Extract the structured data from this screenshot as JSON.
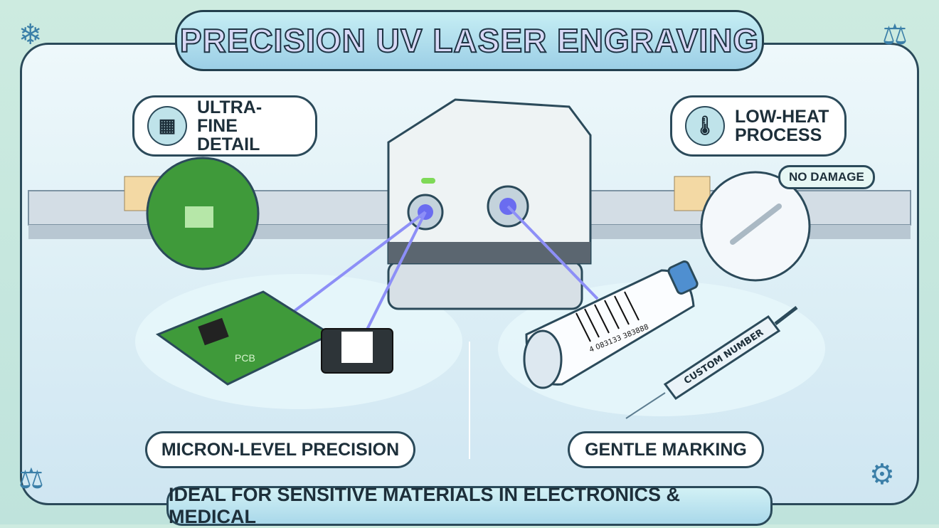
{
  "title": "PRECISION UV LASER ENGRAVING",
  "left_callout": {
    "line1": "ULTRA-FINE",
    "line2": "DETAIL",
    "icon": "circuit-icon"
  },
  "right_callout": {
    "line1": "LOW-HEAT",
    "line2": "PROCESS",
    "icon": "thermometer-icon"
  },
  "no_damage": "NO DAMAGE",
  "pcb_label": "PCB",
  "barcode_number": "4 083133 383888",
  "syringe_label": "CUSTOM NUMBER",
  "left_caption": "MICRON-LEVEL PRECISION",
  "right_caption": "GENTLE MARKING",
  "footer": "IDEAL FOR SENSITIVE MATERIALS IN ELECTRONICS & MEDICAL",
  "corner_icons": [
    "snowflake-icon",
    "scale-icon",
    "scale-icon",
    "gears-icon"
  ],
  "colors": {
    "accent": "#6a6cf0",
    "frame": "#2b4a5a",
    "pcb": "#3f9a3a"
  }
}
